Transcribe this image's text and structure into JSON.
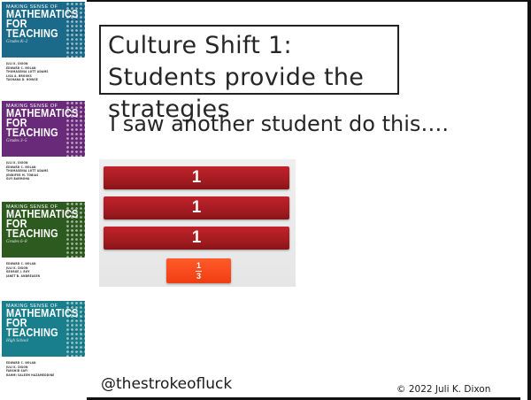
{
  "slide": {
    "title": "Culture Shift 1: Students provide the strategies",
    "body_text": "I saw another student do this….",
    "handle": "@thestrokeofluck",
    "copyright": "© 2022 Juli K. Dixon"
  },
  "photo": {
    "strips": [
      "1",
      "1",
      "1"
    ],
    "fraction": {
      "numerator": "1",
      "denominator": "3"
    }
  },
  "books": [
    {
      "series": "MAKING SENSE OF",
      "title_line1": "MATHEMATICS",
      "title_line2": "FOR TEACHING",
      "grade": "Grades K–2",
      "color": "#1b6a8a",
      "authors": [
        "JULI K. DIXON",
        "EDWARD C. NOLAN",
        "THOMASENIA LOTT ADAMS",
        "LISA A. BROOKS",
        "TASHANA D. HOWSE"
      ]
    },
    {
      "series": "MAKING SENSE OF",
      "title_line1": "MATHEMATICS",
      "title_line2": "FOR TEACHING",
      "grade": "Grades 3–5",
      "color": "#6a2a7a",
      "authors": [
        "JULI K. DIXON",
        "EDWARD C. NOLAN",
        "THOMASENIA LOTT ADAMS",
        "JENNIFER M. TOBIAS",
        "GUY BARMOHA"
      ]
    },
    {
      "series": "MAKING SENSE OF",
      "title_line1": "MATHEMATICS",
      "title_line2": "FOR TEACHING",
      "grade": "Grades 6–8",
      "color": "#2d5a1e",
      "authors": [
        "EDWARD C. NOLAN",
        "JULI K. DIXON",
        "GEORGE J. ROY",
        "JANET B. ANDREASEN"
      ]
    },
    {
      "series": "MAKING SENSE OF",
      "title_line1": "MATHEMATICS",
      "title_line2": "FOR TEACHING",
      "grade": "High School",
      "color": "#1a7f8c",
      "authors": [
        "EDWARD C. NOLAN",
        "JULI K. DIXON",
        "FARSHID SAFI",
        "RAHMI SALEEM HAZAMEDDINE"
      ]
    }
  ]
}
